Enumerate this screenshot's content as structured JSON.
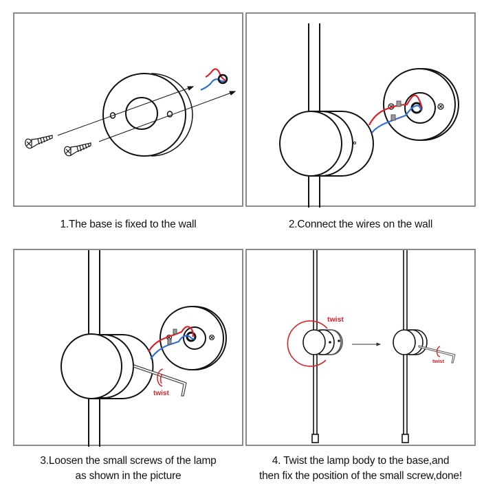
{
  "steps": [
    {
      "number": 1,
      "caption": "1.The base is fixed to the wall"
    },
    {
      "number": 2,
      "caption": "2.Connect the wires on the wall"
    },
    {
      "number": 3,
      "caption_line1": "3.Loosen the small screws of the lamp",
      "caption_line2": "as shown in the picture",
      "annotation": "twist"
    },
    {
      "number": 4,
      "caption_line1": "4. Twist the lamp body to the base,and",
      "caption_line2": "then fix the position of the small screw,done!",
      "annotation_left": "twist",
      "annotation_right": "twist"
    }
  ],
  "colors": {
    "live_wire": "#d8232a",
    "neutral_wire": "#2f6fd6",
    "annotation": "#d8232a",
    "frame": "#8a8a8a",
    "line": "#111111",
    "connector": "#9a9a9a"
  },
  "icons": [
    "screw-icon",
    "wall-base-plate-icon",
    "wire-pair-icon",
    "lamp-body-icon",
    "allen-key-icon",
    "twist-arrow-icon",
    "direction-arrow-icon"
  ]
}
